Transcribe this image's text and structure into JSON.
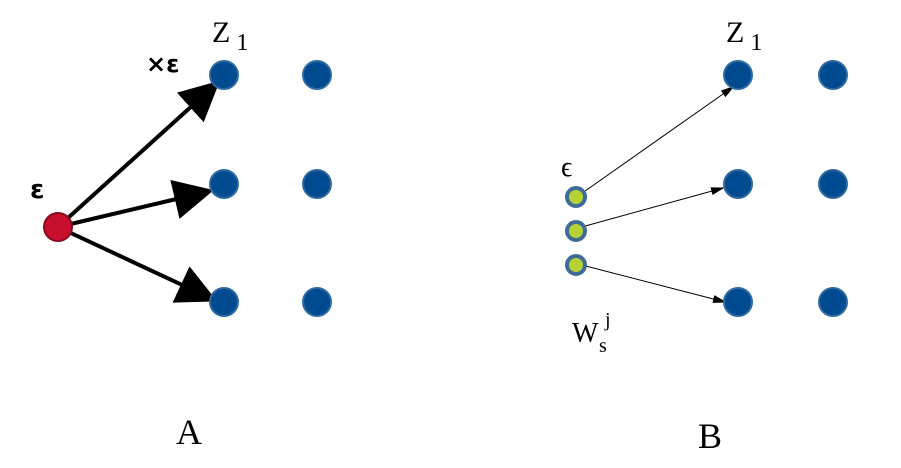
{
  "panel_a": {
    "caption": "A",
    "z_label": "Z",
    "z_subscript": "1",
    "source_label": "ε",
    "arrow_label": "×ε",
    "source_color": "#c8102e",
    "node_color": "#004a8f",
    "node_stroke": "#2f6aa3"
  },
  "panel_b": {
    "caption": "B",
    "z_label": "Z",
    "z_subscript": "1",
    "epsilon_label": "ϵ",
    "w_label": "W",
    "w_subscript": "s",
    "w_superscript": "j",
    "small_node_fill": "#b5d334",
    "small_node_stroke": "#3f6b97",
    "node_color": "#004a8f"
  }
}
